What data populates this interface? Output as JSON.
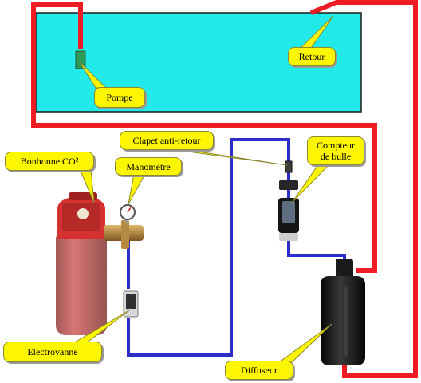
{
  "labels": {
    "pompe": "Pompe",
    "retour": "Retour",
    "clapet": "Clapet anti-retour",
    "compteur": "Compteur\nde bulle",
    "bonbonne": "Bonbonne CO²",
    "manometre": "Manomètre",
    "electrovanne": "Electrovanne",
    "diffuseur": "Diffuseur"
  },
  "colors": {
    "aquarium_water": "#22eaea",
    "return_pipe": "#ee1c24",
    "co2_tube": "#2b2ec8",
    "callout_fill": "#fcf600",
    "bottle_red": "#d4312f",
    "pump_green": "#2f9b5a"
  }
}
